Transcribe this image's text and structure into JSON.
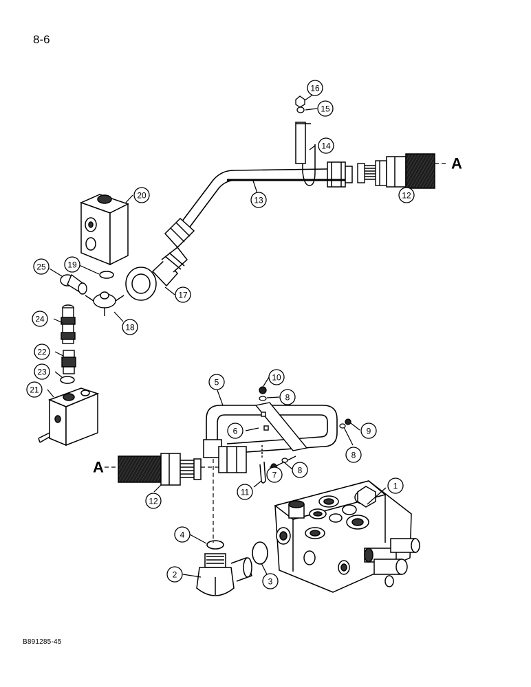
{
  "page": {
    "number": "8-6",
    "figure_code": "B891285-45"
  },
  "reference_labels": [
    "A",
    "A"
  ],
  "callouts": [
    "1",
    "2",
    "3",
    "4",
    "5",
    "6",
    "7",
    "8",
    "8",
    "8",
    "9",
    "10",
    "11",
    "12",
    "12",
    "13",
    "14",
    "15",
    "16",
    "17",
    "18",
    "19",
    "20",
    "21",
    "22",
    "23",
    "24",
    "25"
  ],
  "colors": {
    "ink": "#000000",
    "paper": "#ffffff",
    "shade": "#2a2a2a"
  }
}
